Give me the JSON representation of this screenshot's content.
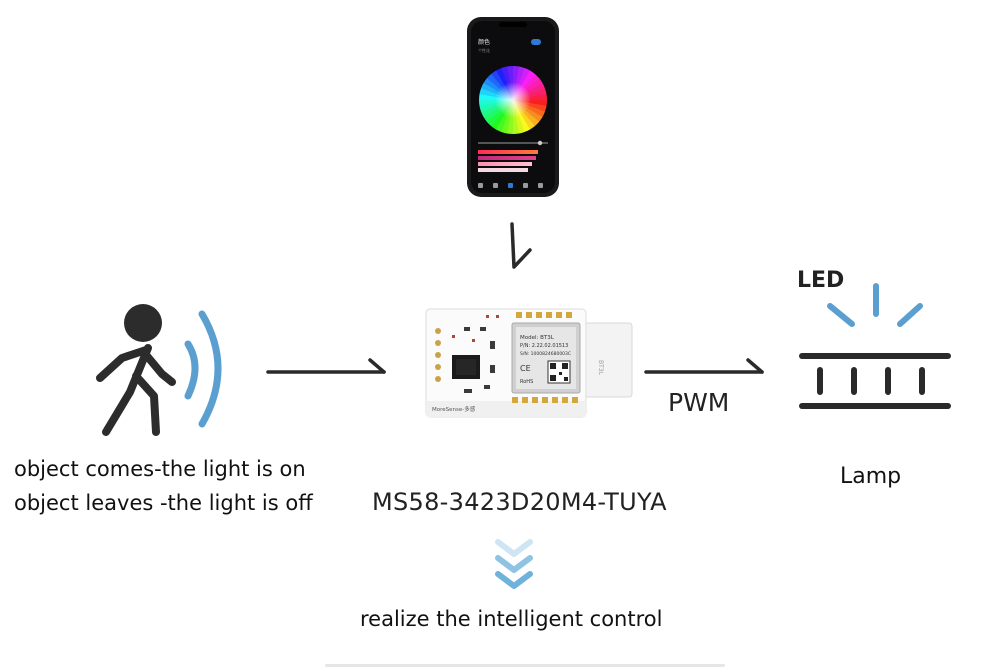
{
  "phone": {
    "screen_title": "颜色",
    "screen_subtitle": "个性化",
    "accent": "#2e7bd6"
  },
  "module": {
    "model_label": "MS58-3423D20M4-TUYA",
    "chip_lines": [
      "Model: BT3L",
      "P/N: 2.22.02.01513",
      "S/N: 1000824680003C",
      "RoHS"
    ],
    "silkscreen": "MoreSense-多感"
  },
  "sensor": {
    "caption_line1": "object comes-the light is on",
    "caption_line2": "object leaves -the light is off",
    "wave_color": "#5b9fd0"
  },
  "arrows": {
    "pwm_label": "PWM"
  },
  "lamp": {
    "led_label": "LED",
    "caption": "Lamp",
    "ray_color": "#5b9fd0"
  },
  "footer": {
    "text": "realize the intelligent control",
    "chevron_color": "#6fb2dc"
  }
}
